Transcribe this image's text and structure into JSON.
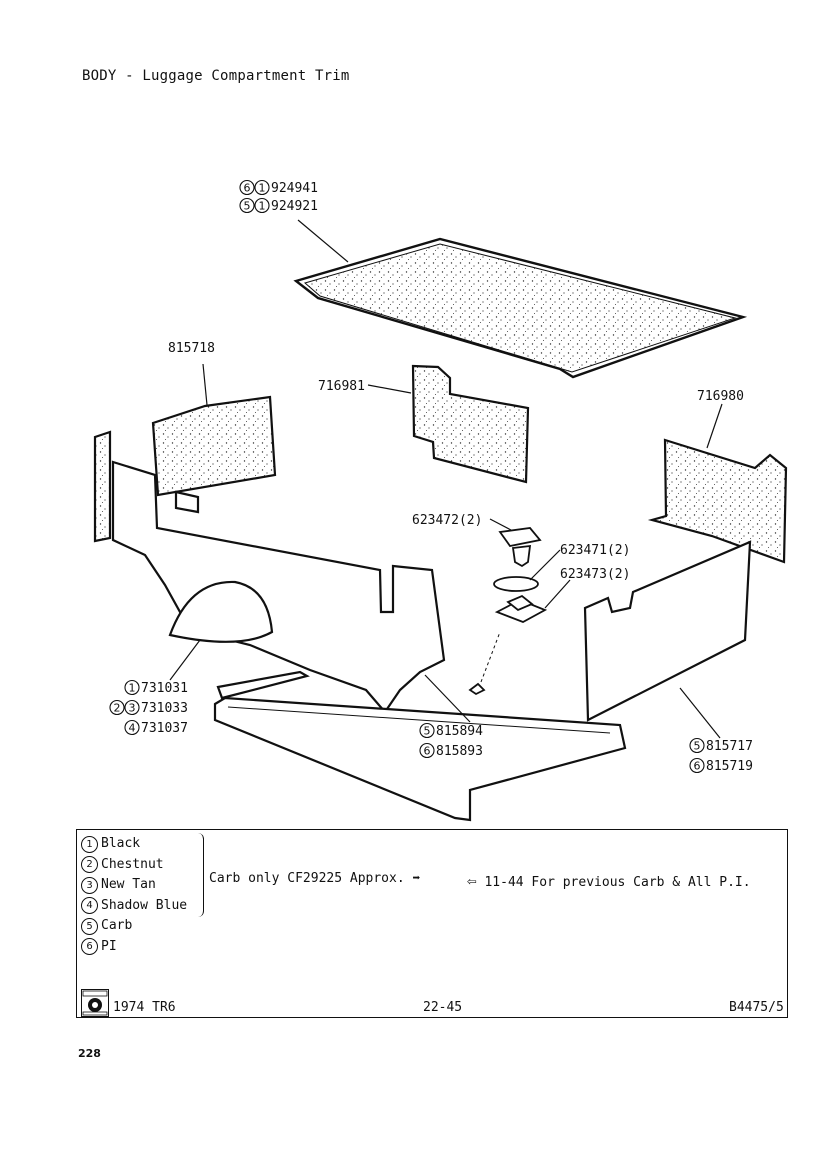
{
  "title": "BODY - Luggage Compartment Trim",
  "parts": {
    "mat": {
      "line1_circles": [
        "6",
        "1"
      ],
      "line1_number": "924941",
      "line2_circles": [
        "5",
        "1"
      ],
      "line2_number": "924921"
    },
    "rear_left_panel": "815718",
    "center_panel": "716981",
    "rear_right_panel": "716980",
    "fastener_1": "623472(2)",
    "fastener_2": "623471(2)",
    "fastener_3": "623473(2)",
    "left_side_trim": {
      "lines": [
        {
          "circles": [
            "1"
          ],
          "number": "731031"
        },
        {
          "circles": [
            "2",
            "3"
          ],
          "number": "731033"
        },
        {
          "circles": [
            "4"
          ],
          "number": "731037"
        }
      ]
    },
    "front_panel": {
      "lines": [
        {
          "circles": [
            "5"
          ],
          "number": "815894"
        },
        {
          "circles": [
            "6"
          ],
          "number": "815893"
        }
      ]
    },
    "right_side_trim": {
      "lines": [
        {
          "circles": [
            "5"
          ],
          "number": "815717"
        },
        {
          "circles": [
            "6"
          ],
          "number": "815719"
        }
      ]
    }
  },
  "legend": {
    "items": [
      {
        "num": "1",
        "name": "Black"
      },
      {
        "num": "2",
        "name": "Chestnut"
      },
      {
        "num": "3",
        "name": "New Tan"
      },
      {
        "num": "4",
        "name": "Shadow Blue"
      },
      {
        "num": "5",
        "name": "Carb"
      },
      {
        "num": "6",
        "name": "PI"
      }
    ],
    "note": "Carb only CF29225 Approx.",
    "reference": "11-44 For previous Carb & All P.I."
  },
  "footer": {
    "model": "1974 TR6",
    "page": "22-45",
    "code": "B4475/5"
  },
  "page_number": "228"
}
